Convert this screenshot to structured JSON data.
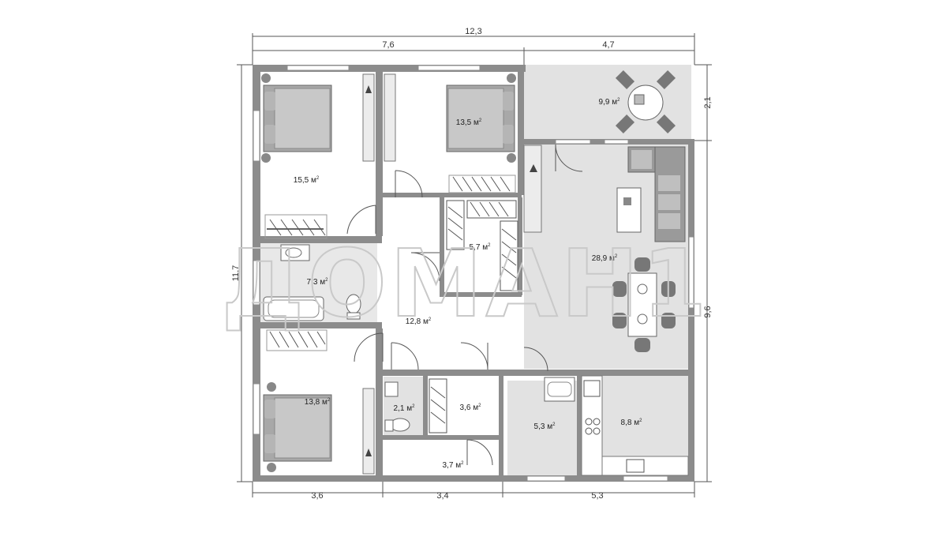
{
  "dimensions": {
    "top_total": "12,3",
    "top_left": "7,6",
    "top_right": "4,7",
    "bottom_1": "3,6",
    "bottom_2": "3,4",
    "bottom_3": "5,3",
    "left_total": "11,7",
    "right_top": "2,1",
    "right_bottom": "9,6"
  },
  "rooms": {
    "bedroom_top_left": "15,5 м",
    "bedroom_top_mid": "13,5 м",
    "terrace": "9,9 м",
    "wardrobe_mid": "5,7 м",
    "living": "28,9 м",
    "bathroom": "7,3 м",
    "hall": "12,8 м",
    "bedroom_bottom": "13,8 м",
    "wc": "2,1 м",
    "closet": "3,6 м",
    "utility": "5,3 м",
    "kitchen": "8,8 м",
    "vestibule": "3,7 м",
    "sup": "2"
  },
  "watermark": "ДОМАН1",
  "colors": {
    "wall": "#8c8c8c",
    "floor_gray": "#d9d9d9",
    "furniture": "#7a7a7a"
  }
}
